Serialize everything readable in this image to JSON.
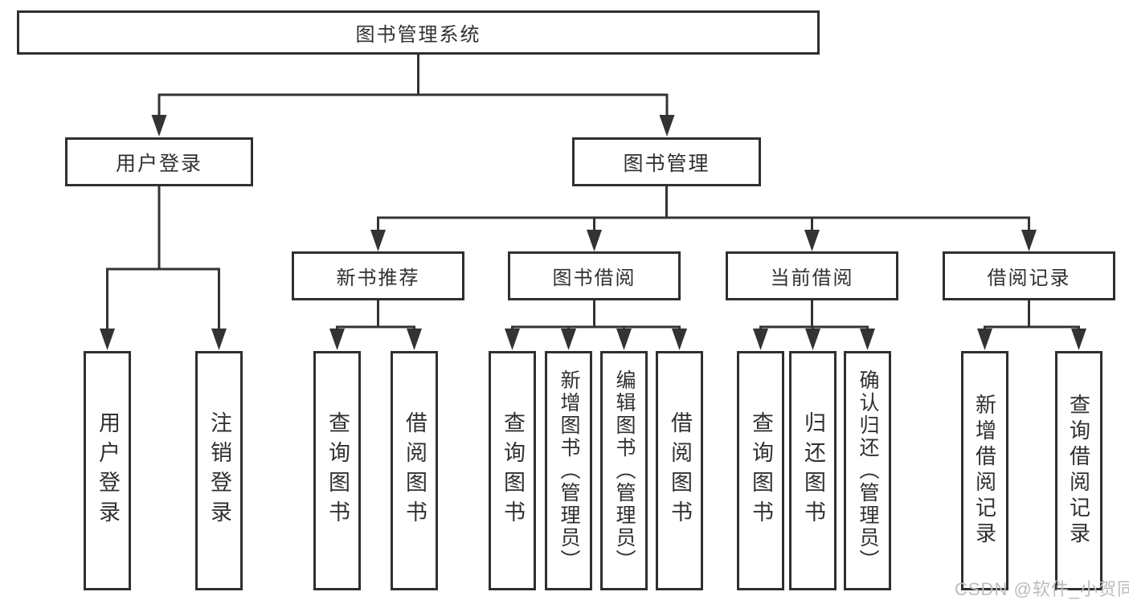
{
  "diagram": {
    "root": {
      "label": "图书管理系统"
    },
    "level2": {
      "user_login": {
        "label": "用户登录"
      },
      "book_management": {
        "label": "图书管理"
      }
    },
    "level3": {
      "new_book_recommend": {
        "label": "新书推荐"
      },
      "book_borrowing": {
        "label": "图书借阅"
      },
      "current_borrowing": {
        "label": "当前借阅"
      },
      "borrowing_records": {
        "label": "借阅记录"
      }
    },
    "leaves": {
      "user_login": [
        "用户登录",
        "注销登录"
      ],
      "new_book_recommend": [
        "查询图书",
        "借阅图书"
      ],
      "book_borrowing": [
        "查询图书",
        "新增图书（管理员）",
        "编辑图书（管理员）",
        "借阅图书"
      ],
      "current_borrowing": [
        "查询图书",
        "归还图书",
        "确认归还（管理员）"
      ],
      "borrowing_records": [
        "新增借阅记录",
        "查询借阅记录"
      ]
    }
  },
  "watermark": {
    "text": "CSDN @软件_小贺同学"
  },
  "colors": {
    "line": "#333333",
    "border": "#2f2f2f",
    "text": "#303030",
    "watermark": "#bcbcbc",
    "background": "#ffffff"
  }
}
